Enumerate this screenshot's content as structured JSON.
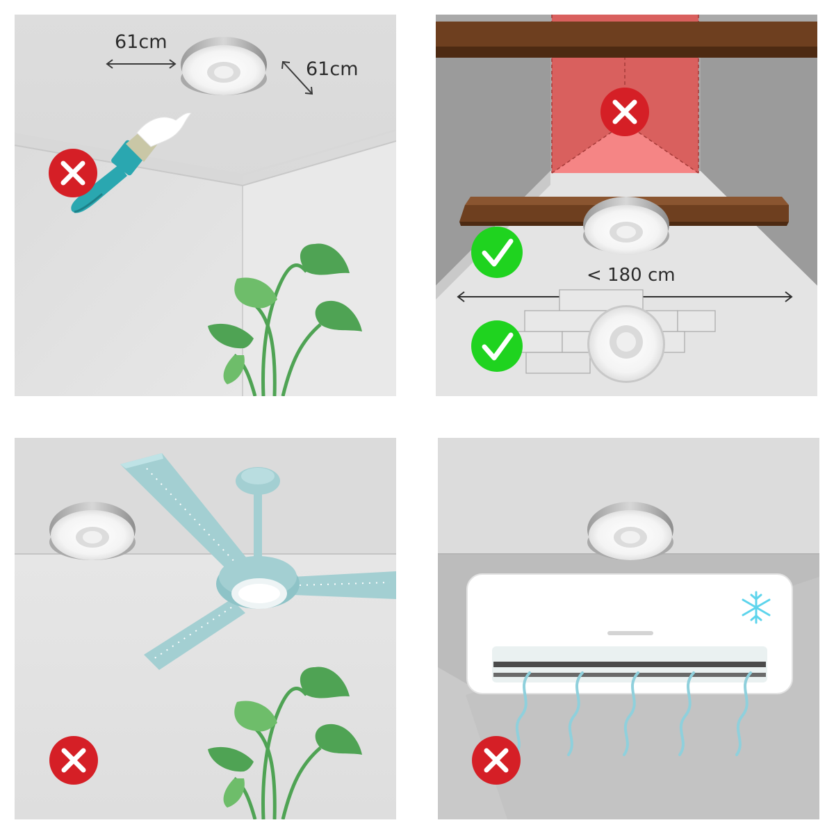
{
  "panels": {
    "top_left": {
      "dimension_width": "61cm",
      "dimension_depth": "61cm",
      "status": "not-allowed",
      "status_icon": "cross-icon"
    },
    "top_right": {
      "max_distance": "< 180 cm",
      "between_beams_status": "not-allowed",
      "on_beam_status": "allowed",
      "on_wall_status": "allowed"
    },
    "bottom_left": {
      "status": "not-allowed",
      "obstacle_icon": "ceiling-fan-icon"
    },
    "bottom_right": {
      "status": "not-allowed",
      "obstacle_icon": "air-conditioner-icon"
    }
  },
  "colors": {
    "cross_red": "#d51f26",
    "check_green": "#1fd31f",
    "wood_brown": "#6e3f1f",
    "plant_green": "#4fa354",
    "fan_blue": "#a3cfd2",
    "brush_teal": "#2aa7b0",
    "forbidden_zone": "#d9605e",
    "airflow_blue": "#8fd0dc"
  }
}
